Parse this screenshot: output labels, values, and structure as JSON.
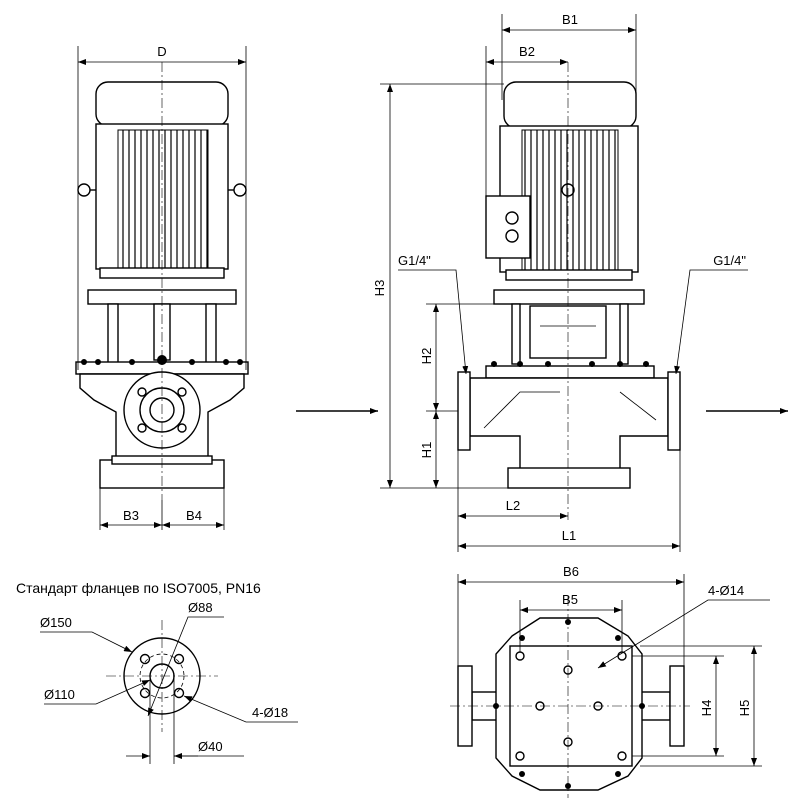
{
  "labels": {
    "D": "D",
    "B1": "B1",
    "B2": "B2",
    "B3": "B3",
    "B4": "B4",
    "B5": "B5",
    "B6": "B6",
    "H1": "H1",
    "H2": "H2",
    "H3": "H3",
    "H4": "H4",
    "H5": "H5",
    "L1": "L1",
    "L2": "L2",
    "G_left": "G1/4\"",
    "G_right": "G1/4\"",
    "bolts_base": "4-Ø14",
    "flange_caption": "Стандарт фланцев по ISO7005, PN16",
    "dia_150": "Ø150",
    "dia_110": "Ø110",
    "dia_88": "Ø88",
    "dia_40": "Ø40",
    "bolts_flange": "4-Ø18"
  }
}
